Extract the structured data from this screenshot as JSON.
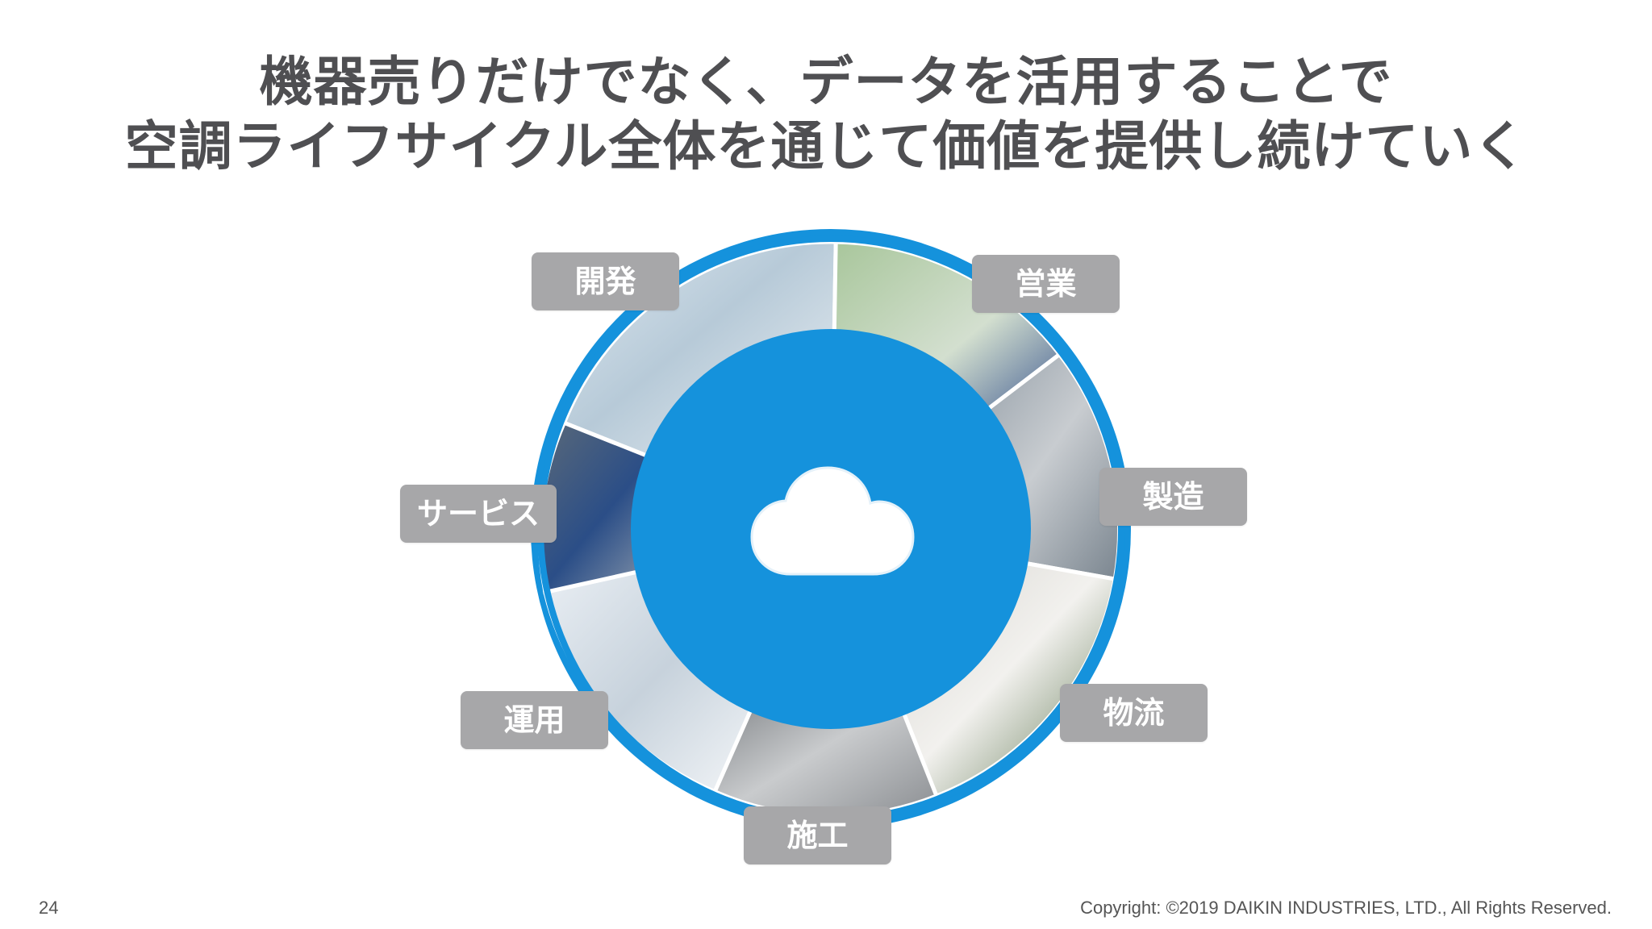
{
  "slide": {
    "title_line_1": "機器売りだけでなく、データを活用することで",
    "title_line_2": "空調ライフサイクル全体を通じて価値を提供し続けていく",
    "page_number": "24",
    "copyright": "Copyright: ©2019 DAIKIN INDUSTRIES, LTD., All Rights Reserved."
  },
  "diagram": {
    "center_icon": "cloud-icon",
    "colors": {
      "ring": "#1592dc",
      "center": "#1592dc",
      "label_bg": "#a7a7a9",
      "label_text": "#ffffff",
      "title": "#4f4f52"
    },
    "stages": [
      {
        "id": "development",
        "label": "開発"
      },
      {
        "id": "sales",
        "label": "営業"
      },
      {
        "id": "manufacturing",
        "label": "製造"
      },
      {
        "id": "logistics",
        "label": "物流"
      },
      {
        "id": "construction",
        "label": "施工"
      },
      {
        "id": "operation",
        "label": "運用"
      },
      {
        "id": "service",
        "label": "サービス"
      }
    ]
  }
}
